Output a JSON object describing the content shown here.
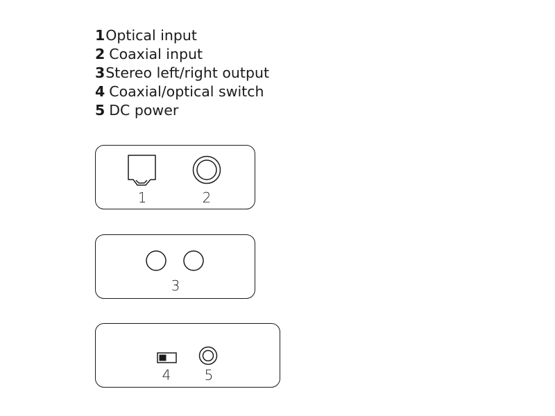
{
  "legend": [
    {
      "number": "1",
      "label": "Optical input"
    },
    {
      "number": "2",
      "label": "Coaxial input"
    },
    {
      "number": "3",
      "label": "Stereo left/right output"
    },
    {
      "number": "4",
      "label": "Coaxial/optical switch"
    },
    {
      "number": "5",
      "label": "DC power"
    }
  ],
  "callouts": {
    "optical": "1",
    "coaxial": "2",
    "stereo": "3",
    "switch": "4",
    "power": "5"
  },
  "colors": {
    "line": "#1a1a1a",
    "background": "#ffffff"
  }
}
